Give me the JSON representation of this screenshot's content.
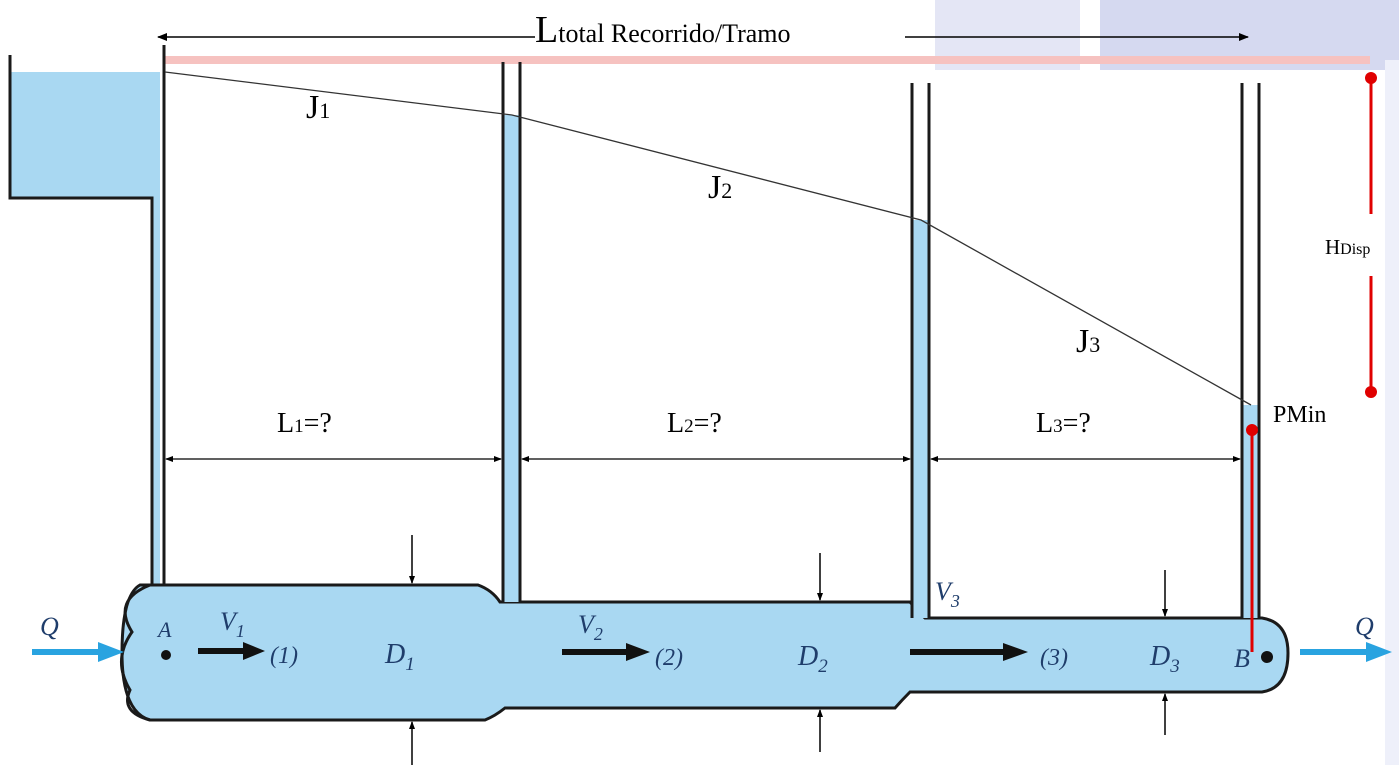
{
  "colors": {
    "water": "#a9d8f2",
    "water_dark": "#7fc4ea",
    "pipe_stroke": "#1a1a1a",
    "energy_line": "#f6c2c0",
    "marker_red": "#e00000",
    "flow_arrow": "#29a3e0",
    "ghost_panel": "#cfd3ee"
  },
  "header": {
    "total_length_main": "L",
    "total_length_sub": "total Recorrido/Tramo"
  },
  "gradients": {
    "j1_main": "J",
    "j1_sub": "1",
    "j2_main": "J",
    "j2_sub": "2",
    "j3_main": "J",
    "j3_sub": "3"
  },
  "lengths": {
    "l1_main": "L",
    "l1_sub": "1",
    "l1_suffix": "=?",
    "l2_main": "L",
    "l2_sub": "2",
    "l2_suffix": "=?",
    "l3_main": "L",
    "l3_sub": "3",
    "l3_suffix": "=?"
  },
  "head": {
    "hdisp_main": "H",
    "hdisp_sub": "Disp",
    "pmin": "PMin"
  },
  "pipe": {
    "flow_in": "Q",
    "flow_out": "Q",
    "point_a": "A",
    "point_b": "B",
    "v1_main": "V",
    "v1_sub": "1",
    "v2_main": "V",
    "v2_sub": "2",
    "v3_main": "V",
    "v3_sub": "3",
    "seg1": "(1)",
    "seg2": "(2)",
    "seg3": "(3)",
    "d1_main": "D",
    "d1_sub": "1",
    "d2_main": "D",
    "d2_sub": "2",
    "d3_main": "D",
    "d3_sub": "3"
  }
}
